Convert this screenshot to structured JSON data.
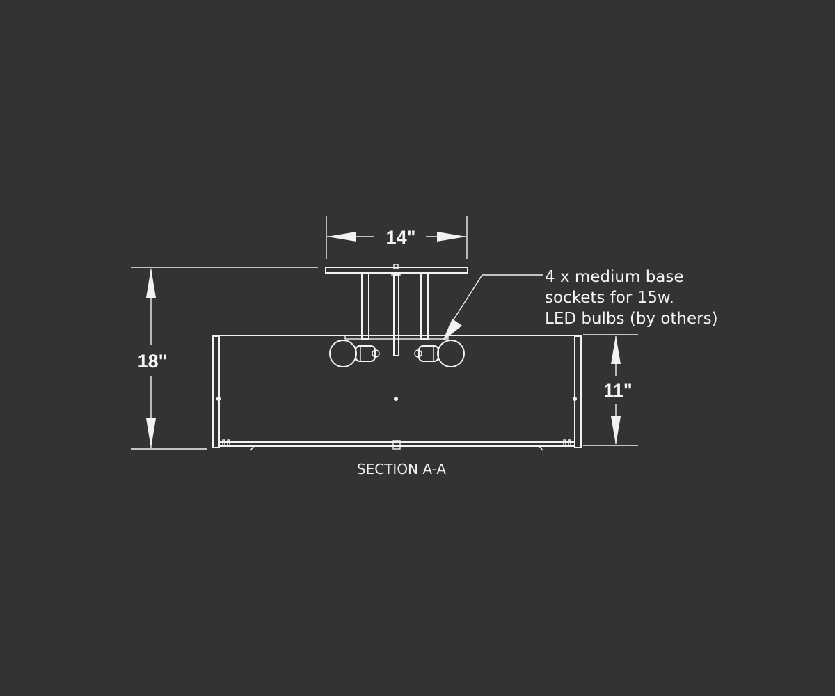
{
  "dimensions": {
    "canopy_width": "14\"",
    "overall_height": "18\"",
    "shade_height": "11\""
  },
  "callout": {
    "lines": [
      "4 x medium base",
      "sockets for 15w.",
      "LED bulbs (by others)"
    ]
  },
  "caption": "SECTION A-A",
  "colors": {
    "background": "#333333",
    "linework": "#f2f2f2"
  }
}
